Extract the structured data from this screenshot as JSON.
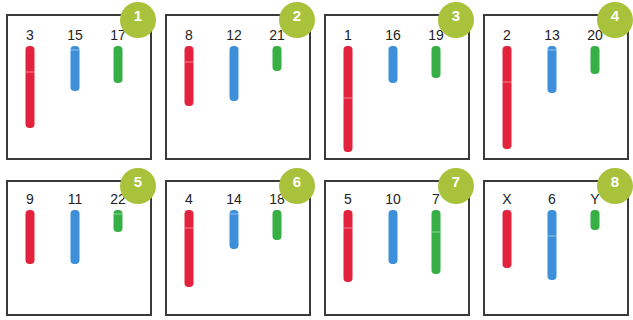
{
  "diagram": {
    "nodes": [
      {
        "text": [
          "3",
          "15",
          "17"
        ]
      },
      {
        "text": [
          "1"
        ],
        "in": 0
      },
      {
        "text": [
          "8",
          "12",
          "21"
        ]
      },
      {
        "text": [
          "2"
        ],
        "in": 2
      },
      {
        "text": [
          "1",
          "16",
          "19"
        ]
      },
      {
        "text": [
          "3"
        ],
        "in": 4
      },
      {
        "text": [
          "2",
          "13",
          "20"
        ]
      },
      {
        "text": [
          "4"
        ],
        "in": 6
      },
      {
        "text": [
          "9",
          "11",
          "22"
        ]
      },
      {
        "text": [
          "5"
        ],
        "in": 8
      },
      {
        "text": [
          "4",
          "14",
          "18"
        ]
      },
      {
        "text": [
          "6"
        ],
        "in": 10
      },
      {
        "text": [
          "5",
          "10",
          "7"
        ]
      },
      {
        "text": [
          "7"
        ],
        "in": 12
      },
      {
        "text": [
          "X",
          "6",
          "Y"
        ]
      },
      {
        "text": [
          "8"
        ],
        "in": 14
      }
    ]
  }
}
